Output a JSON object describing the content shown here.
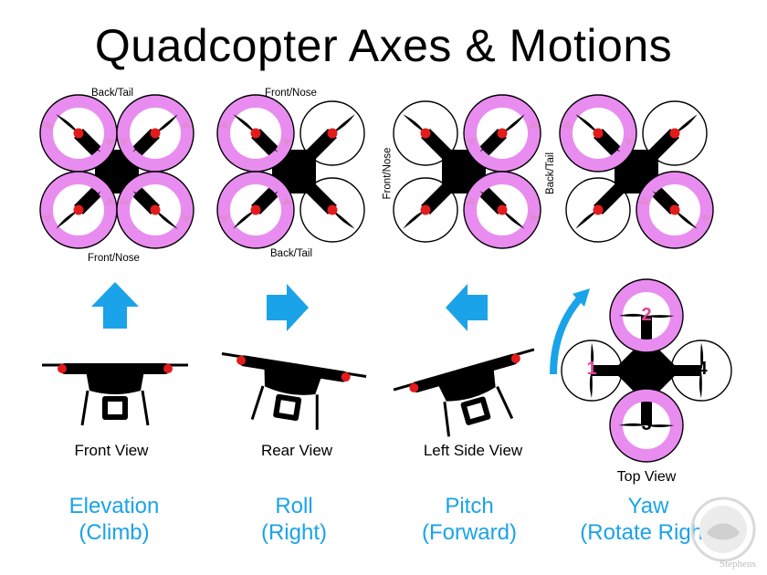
{
  "title": "Quadcopter Axes & Motions",
  "colors": {
    "motion_text": "#1aa3e8",
    "rotor_highlight": "#e98cf0",
    "arrow_pink": "#e38ad6",
    "motor": "#e31b1b",
    "number_pink": "#e0439a"
  },
  "diagrams": [
    {
      "top_label": "Back/Tail",
      "bottom_label": "Front/Nose",
      "highlight": [
        true,
        true,
        true,
        true
      ]
    },
    {
      "top_label": "Front/Nose",
      "bottom_label": "Back/Tail",
      "highlight": [
        true,
        false,
        true,
        false
      ]
    },
    {
      "side_label": "Front/Nose",
      "highlight": [
        false,
        true,
        false,
        true
      ]
    },
    {
      "side_label": "Back/Tail",
      "highlight": [
        true,
        false,
        false,
        true
      ]
    }
  ],
  "views": [
    "Front View",
    "Rear View",
    "Left Side View"
  ],
  "top_view": {
    "label": "Top View",
    "numbers": [
      "1",
      "2",
      "3",
      "4"
    ]
  },
  "motions": [
    {
      "line1": "Elevation",
      "line2": "(Climb)"
    },
    {
      "line1": "Roll",
      "line2": "(Right)"
    },
    {
      "line1": "Pitch",
      "line2": "(Forward)"
    },
    {
      "line1": "Yaw",
      "line2": "(Rotate Right)"
    }
  ],
  "watermark": "Stephens"
}
